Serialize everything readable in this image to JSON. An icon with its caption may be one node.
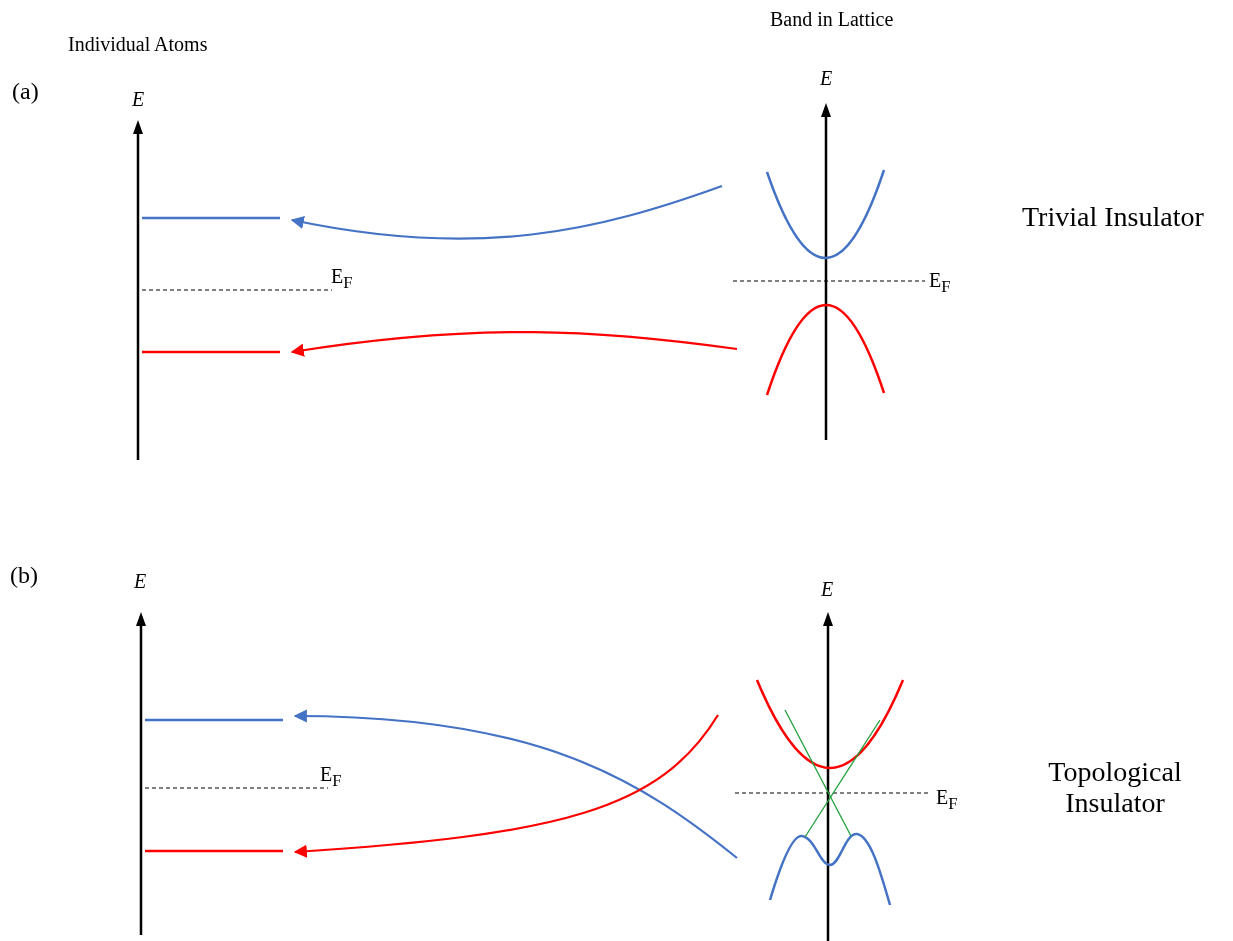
{
  "diagram": {
    "nodes": [
      {
        "text": [],
        "shape": "bar"
      },
      {
        "text": [],
        "shape": "bar"
      },
      {
        "text": [],
        "shape": "curve"
      },
      {
        "text": [],
        "shape": "curve"
      },
      {
        "text": [],
        "shape": "bar"
      },
      {
        "text": [],
        "shape": "bar"
      },
      {
        "text": [],
        "shape": "curve"
      },
      {
        "text": [],
        "shape": "curve"
      }
    ],
    "edges": [
      {
        "from": 2,
        "to": 0,
        "arrow": "to",
        "color": "#4472c4"
      },
      {
        "from": 3,
        "to": 1,
        "arrow": "to",
        "color": "#ff0000"
      },
      {
        "from": 7,
        "to": 4,
        "arrow": "to",
        "color": "#4472c4"
      },
      {
        "from": 6,
        "to": 5,
        "arrow": "to",
        "color": "#ff0000"
      },
      {
        "from": 7,
        "to": 6,
        "arrow": "none",
        "color": "#22a03c"
      },
      {
        "from": 7,
        "to": 6,
        "arrow": "none",
        "color": "#22a03c"
      }
    ],
    "labels": [
      "Band in Lattice",
      "Individual Atoms",
      "(a)",
      "E",
      "E",
      "Trivial Insulator",
      "E$_{F}$",
      "E$_{F}$",
      "(b)",
      "E",
      "E",
      "Topological Insulator",
      "E$_{F}$",
      "E$_{F}$"
    ]
  }
}
